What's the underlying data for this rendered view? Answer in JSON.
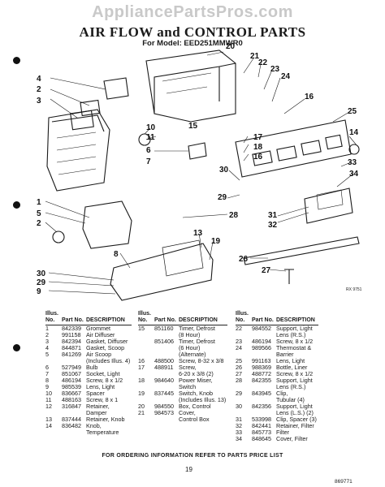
{
  "watermark": "AppliancePartsPros.com",
  "title": "AIR FLOW and CONTROL PARTS",
  "model_line": "For Model: EED251MMWR0",
  "callouts": [
    "20",
    "21",
    "22",
    "23",
    "24",
    "4",
    "2",
    "3",
    "16",
    "25",
    "10",
    "11",
    "15",
    "6",
    "7",
    "17",
    "18",
    "16",
    "14",
    "33",
    "30",
    "34",
    "1",
    "5",
    "2",
    "29",
    "31",
    "32",
    "28",
    "13",
    "19",
    "8",
    "26",
    "30",
    "29",
    "9",
    "27"
  ],
  "art_ref": "RX 9751",
  "table_headers": {
    "illus": "Illus. No.",
    "part": "Part No.",
    "desc": "DESCRIPTION"
  },
  "table_col1": [
    {
      "n": "1",
      "p": "842339",
      "d": "Grommet"
    },
    {
      "n": "2",
      "p": "991158",
      "d": "Air Diffuser"
    },
    {
      "n": "3",
      "p": "842394",
      "d": "Gasket, Diffuser"
    },
    {
      "n": "4",
      "p": "844871",
      "d": "Gasket, Scoop"
    },
    {
      "n": "5",
      "p": "841269",
      "d": "Air Scoop\n(Includes Illus. 4)"
    },
    {
      "n": "6",
      "p": "527949",
      "d": "Bulb"
    },
    {
      "n": "7",
      "p": "851067",
      "d": "Socket, Light"
    },
    {
      "n": "8",
      "p": "486194",
      "d": "Screw, 8 x 1/2"
    },
    {
      "n": "9",
      "p": "985539",
      "d": "Lens, Light"
    },
    {
      "n": "10",
      "p": "836667",
      "d": "Spacer"
    },
    {
      "n": "11",
      "p": "488163",
      "d": "Screw, 8 x 1"
    },
    {
      "n": "12",
      "p": "316847",
      "d": "Retainer,\nDamper"
    },
    {
      "n": "13",
      "p": "837444",
      "d": "Retainer, Knob"
    },
    {
      "n": "14",
      "p": "836482",
      "d": "Knob,\nTemperature"
    }
  ],
  "table_col2": [
    {
      "n": "15",
      "p": "851160",
      "d": "Timer, Defrost\n(8 Hour)"
    },
    {
      "n": "",
      "p": "851406",
      "d": "Timer, Defrost\n(6 Hour)\n(Alternate)"
    },
    {
      "n": "16",
      "p": "488500",
      "d": "Screw, 8-32 x 3/8"
    },
    {
      "n": "17",
      "p": "488911",
      "d": "Screw,\n6-20 x 3/8 (2)"
    },
    {
      "n": "18",
      "p": "984640",
      "d": "Power Miser,\nSwitch"
    },
    {
      "n": "19",
      "p": "837445",
      "d": "Switch, Knob\n(Includes Illus. 13)"
    },
    {
      "n": "20",
      "p": "984550",
      "d": "Box, Control"
    },
    {
      "n": "21",
      "p": "984573",
      "d": "Cover,\nControl Box"
    }
  ],
  "table_col3": [
    {
      "n": "22",
      "p": "984552",
      "d": "Support, Light\nLens (R.S.)"
    },
    {
      "n": "23",
      "p": "486194",
      "d": "Screw, 8 x 1/2"
    },
    {
      "n": "24",
      "p": "989566",
      "d": "Thermostat &\nBarrier"
    },
    {
      "n": "25",
      "p": "991163",
      "d": "Lens, Light"
    },
    {
      "n": "26",
      "p": "988369",
      "d": "Bottle, Liner"
    },
    {
      "n": "27",
      "p": "488772",
      "d": "Screw, 8 x 1/2"
    },
    {
      "n": "28",
      "p": "842355",
      "d": "Support, Light\nLens (R.S.)"
    },
    {
      "n": "29",
      "p": "843945",
      "d": "Clip,\nTubular (4)"
    },
    {
      "n": "30",
      "p": "842356",
      "d": "Support, Light\nLens (L.S.) (2)"
    },
    {
      "n": "31",
      "p": "533998",
      "d": "Clip, Spacer (3)"
    },
    {
      "n": "32",
      "p": "842441",
      "d": "Retainer, Filter"
    },
    {
      "n": "33",
      "p": "845773",
      "d": "Filter"
    },
    {
      "n": "34",
      "p": "848645",
      "d": "Cover, Filter"
    }
  ],
  "footer": "FOR ORDERING INFORMATION REFER TO PARTS PRICE LIST",
  "page_number": "19",
  "doc_number": "869771"
}
